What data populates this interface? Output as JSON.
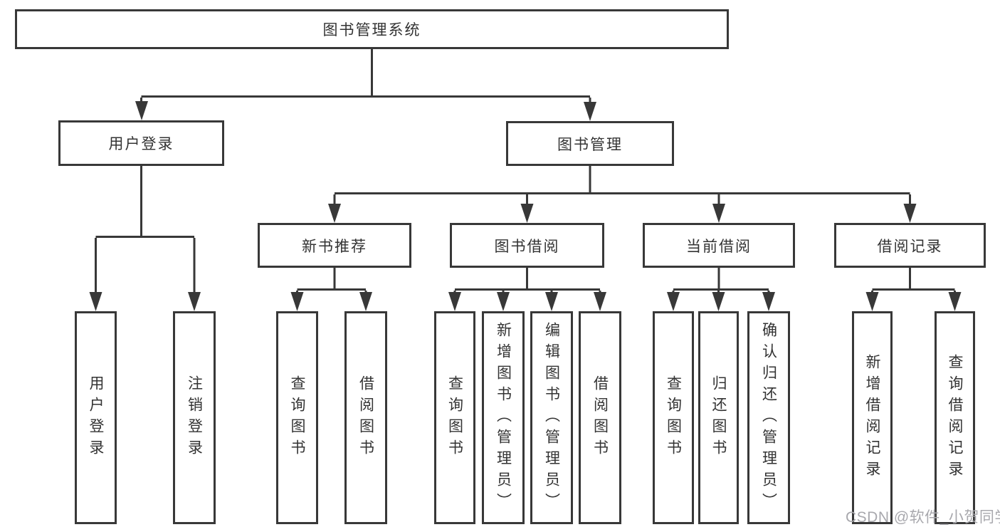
{
  "nodes": {
    "root": "图书管理系统",
    "level2": [
      "用户登录",
      "图书管理"
    ],
    "level3": [
      "新书推荐",
      "图书借阅",
      "当前借阅",
      "借阅记录"
    ],
    "leaves": {
      "login": [
        "用户登录",
        "注销登录"
      ],
      "recommend": [
        "查询图书",
        "借阅图书"
      ],
      "borrow": [
        "查询图书",
        "新增图书（管理员）",
        "编辑图书（管理员）",
        "借阅图书"
      ],
      "current": [
        "查询图书",
        "归还图书",
        "确认归还（管理员）"
      ],
      "records": [
        "新增借阅记录",
        "查询借阅记录"
      ]
    }
  },
  "watermark": "CSDN @软件_小贺同学",
  "colors": {
    "line": "#383838",
    "text": "#333333",
    "bg": "#ffffff",
    "watermark": "#a8a8ad"
  }
}
